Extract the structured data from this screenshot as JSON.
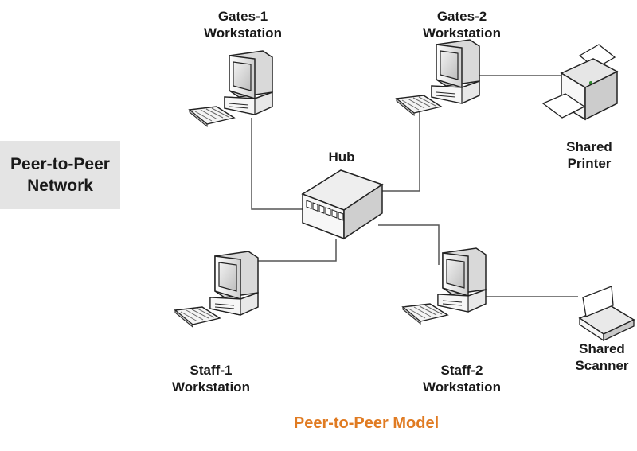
{
  "network_box": {
    "line1": "Peer-to-Peer",
    "line2": "Network"
  },
  "hub": {
    "label": "Hub"
  },
  "nodes": {
    "gates1": {
      "line1": "Gates-1",
      "line2": "Workstation"
    },
    "gates2": {
      "line1": "Gates-2",
      "line2": "Workstation"
    },
    "staff1": {
      "line1": "Staff-1",
      "line2": "Workstation"
    },
    "staff2": {
      "line1": "Staff-2",
      "line2": "Workstation"
    },
    "printer": {
      "line1": "Shared",
      "line2": "Printer"
    },
    "scanner": {
      "line1": "Shared",
      "line2": "Scanner"
    }
  },
  "caption": "Peer-to-Peer Model",
  "colors": {
    "caption": "#e07b22",
    "box_fill": "#e4e4e4",
    "line": "#555555"
  }
}
